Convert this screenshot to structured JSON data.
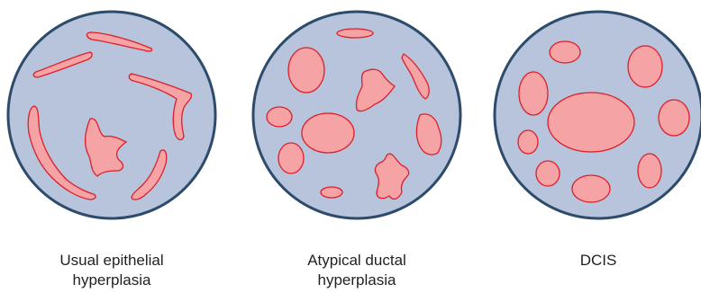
{
  "colors": {
    "field_fill": "#b8c3dc",
    "field_stroke": "#2d4c6c",
    "cell_fill": "#f5a3a5",
    "cell_stroke": "#dc1f2a",
    "caption_text": "#231f20"
  },
  "panels": [
    {
      "id": "usual-epithelial-hyperplasia",
      "caption_lines": [
        "Usual epithelial",
        "hyperplasia"
      ]
    },
    {
      "id": "atypical-ductal-hyperplasia",
      "caption_lines": [
        "Atypical ductal",
        "hyperplasia"
      ]
    },
    {
      "id": "dcis",
      "caption_lines": [
        "DCIS"
      ]
    }
  ]
}
